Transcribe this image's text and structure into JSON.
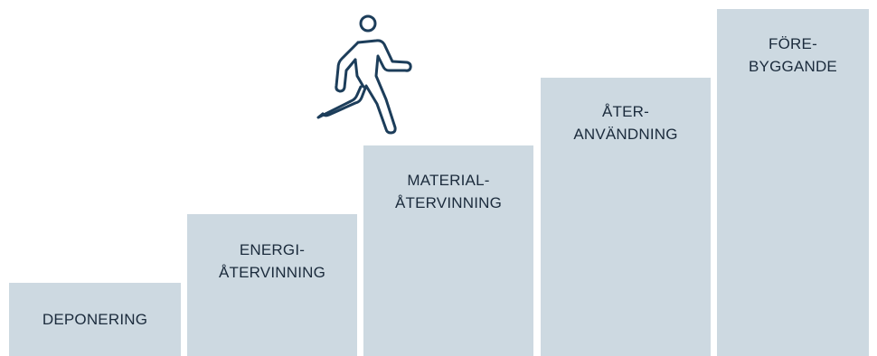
{
  "steps": [
    {
      "lines": [
        "DEPONERING"
      ]
    },
    {
      "lines": [
        "ENERGI-",
        "ÅTERVINNING"
      ]
    },
    {
      "lines": [
        "MATERIAL-",
        "ÅTERVINNING"
      ]
    },
    {
      "lines": [
        "ÅTER-",
        "ANVÄNDNING"
      ]
    },
    {
      "lines": [
        "FÖRE-",
        "BYGGANDE"
      ]
    }
  ],
  "colors": {
    "step_fill": "#cdd9e1",
    "text": "#1b2b3c",
    "icon_stroke": "#1c3d5a"
  },
  "icons": {
    "walker": "walking-person-icon"
  }
}
